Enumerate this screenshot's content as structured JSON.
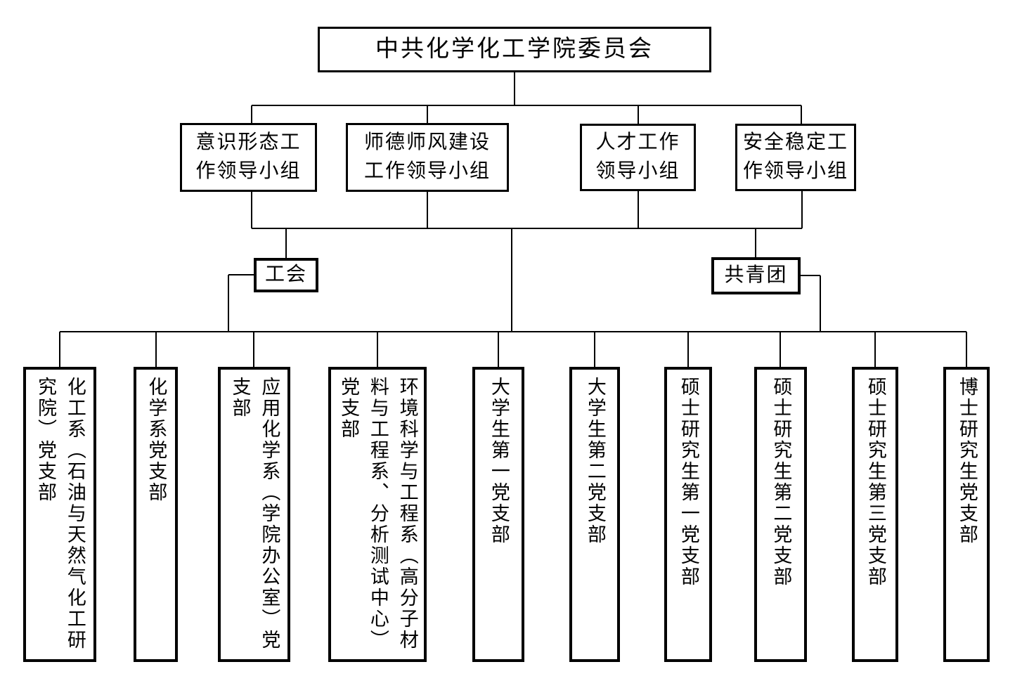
{
  "colors": {
    "background": "#ffffff",
    "line": "#000000",
    "text": "#000000"
  },
  "org_chart": {
    "root": {
      "label": "中共化学化工学院委员会"
    },
    "working_groups": [
      {
        "label": "意识形态工\n作领导小组"
      },
      {
        "label": "师德师风建设\n工作领导小组"
      },
      {
        "label": "人才工作\n领导小组"
      },
      {
        "label": "安全稳定工\n作领导小组"
      }
    ],
    "mass_organizations": [
      {
        "label": "工会"
      },
      {
        "label": "共青团"
      }
    ],
    "party_branches": [
      {
        "label": "化工系（石油与天然气化工研\n究院）党支部"
      },
      {
        "label": "化学系党支部"
      },
      {
        "label": "应用化学系（学院办公室）党\n支部"
      },
      {
        "label": "环境科学与工程系（高分子材\n料与工程系、分析测试中心）\n党支部"
      },
      {
        "label": "大学生第一党支部"
      },
      {
        "label": "大学生第二党支部"
      },
      {
        "label": "硕士研究生第一党支部"
      },
      {
        "label": "硕士研究生第二党支部"
      },
      {
        "label": "硕士研究生第三党支部"
      },
      {
        "label": "博士研究生党支部"
      }
    ]
  }
}
